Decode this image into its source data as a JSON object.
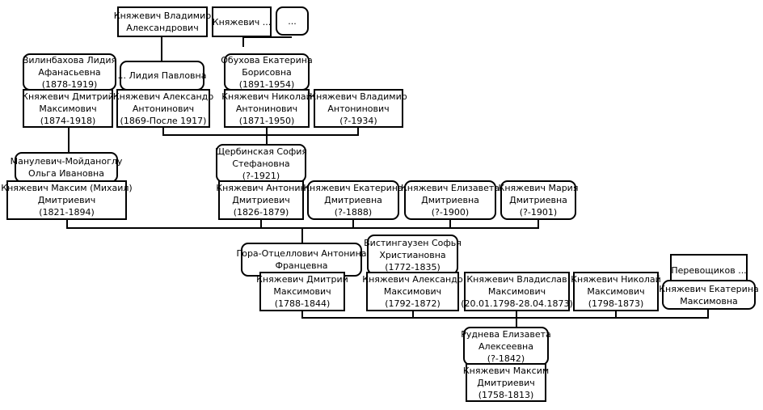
{
  "people": {
    "vladimir_a": {
      "name": [
        "Княжевич Владимир",
        "Александрович"
      ],
      "dates": ""
    },
    "knyazhevich_unknown": {
      "name": [
        "Княжевич ..."
      ],
      "dates": ""
    },
    "unknown_spouse": {
      "name": [
        "..."
      ],
      "dates": ""
    },
    "vilinbakhova": {
      "name": [
        "Вилинбахова Лидия",
        "Афанасьевна"
      ],
      "dates": "(1878-1919)"
    },
    "lidiya_pavlovna": {
      "name": [
        "... Лидия Павловна"
      ],
      "dates": ""
    },
    "obukhova": {
      "name": [
        "Обухова Екатерина",
        "Борисовна"
      ],
      "dates": "(1891-1954)"
    },
    "dmitry_m": {
      "name": [
        "Княжевич Дмитрий",
        "Максимович"
      ],
      "dates": "(1874-1918)"
    },
    "alexander_a": {
      "name": [
        "Княжевич Александр",
        "Антонинович"
      ],
      "dates": "(1869-После 1917)"
    },
    "nikolay_a": {
      "name": [
        "Княжевич Николай",
        "Антонинович"
      ],
      "dates": "(1871-1950)"
    },
    "vladimir_an": {
      "name": [
        "Княжевич Владимир",
        "Антонинович"
      ],
      "dates": "(?-1934)"
    },
    "manulevich": {
      "name": [
        "Манулевич-Мойданоглу",
        "Ольга Ивановна"
      ],
      "dates": ""
    },
    "shcherbinskaya": {
      "name": [
        "Щербинская София",
        "Стефановна"
      ],
      "dates": "(?-1921)"
    },
    "maxim_d": {
      "name": [
        "Княжевич Максим (Михаил)",
        "Дмитриевич"
      ],
      "dates": "(1821-1894)"
    },
    "antonin_d": {
      "name": [
        "Княжевич Антонин",
        "Дмитриевич"
      ],
      "dates": "(1826-1879)"
    },
    "ekaterina_d": {
      "name": [
        "Княжевич Екатерина",
        "Дмитриевна"
      ],
      "dates": "(?-1888)"
    },
    "elizaveta_d": {
      "name": [
        "Княжевич Елизавета",
        "Дмитриевна"
      ],
      "dates": "(?-1900)"
    },
    "mariya_d": {
      "name": [
        "Княжевич Мария",
        "Дмитриевна"
      ],
      "dates": "(?-1901)"
    },
    "gora_otsellovich": {
      "name": [
        "Гора-Отцеллович Антонина",
        "Францевна"
      ],
      "dates": ""
    },
    "vistingauzen": {
      "name": [
        "Вистингаузен Софья",
        "Христиановна"
      ],
      "dates": "(1772-1835)"
    },
    "perevoshchikov": {
      "name": [
        "Перевощиков ..."
      ],
      "dates": ""
    },
    "dmitry_max": {
      "name": [
        "Княжевич Дмитрий",
        "Максимович"
      ],
      "dates": "(1788-1844)"
    },
    "alexander_max": {
      "name": [
        "Княжевич Александр",
        "Максимович"
      ],
      "dates": "(1792-1872)"
    },
    "vladislav_max": {
      "name": [
        "Княжевич Владислав",
        "Максимович"
      ],
      "dates": "(20.01.1798-28.04.1873)"
    },
    "nikolay_max": {
      "name": [
        "Княжевич Николай",
        "Максимович"
      ],
      "dates": "(1798-1873)"
    },
    "ekaterina_max": {
      "name": [
        "Княжевич Екатерина",
        "Максимовна"
      ],
      "dates": ""
    },
    "rudneva": {
      "name": [
        "Руднева Елизавета",
        "Алексеевна"
      ],
      "dates": "(?-1842)"
    },
    "maxim_dm": {
      "name": [
        "Княжевич Максим",
        "Дмитриевич"
      ],
      "dates": "(1758-1813)"
    }
  }
}
